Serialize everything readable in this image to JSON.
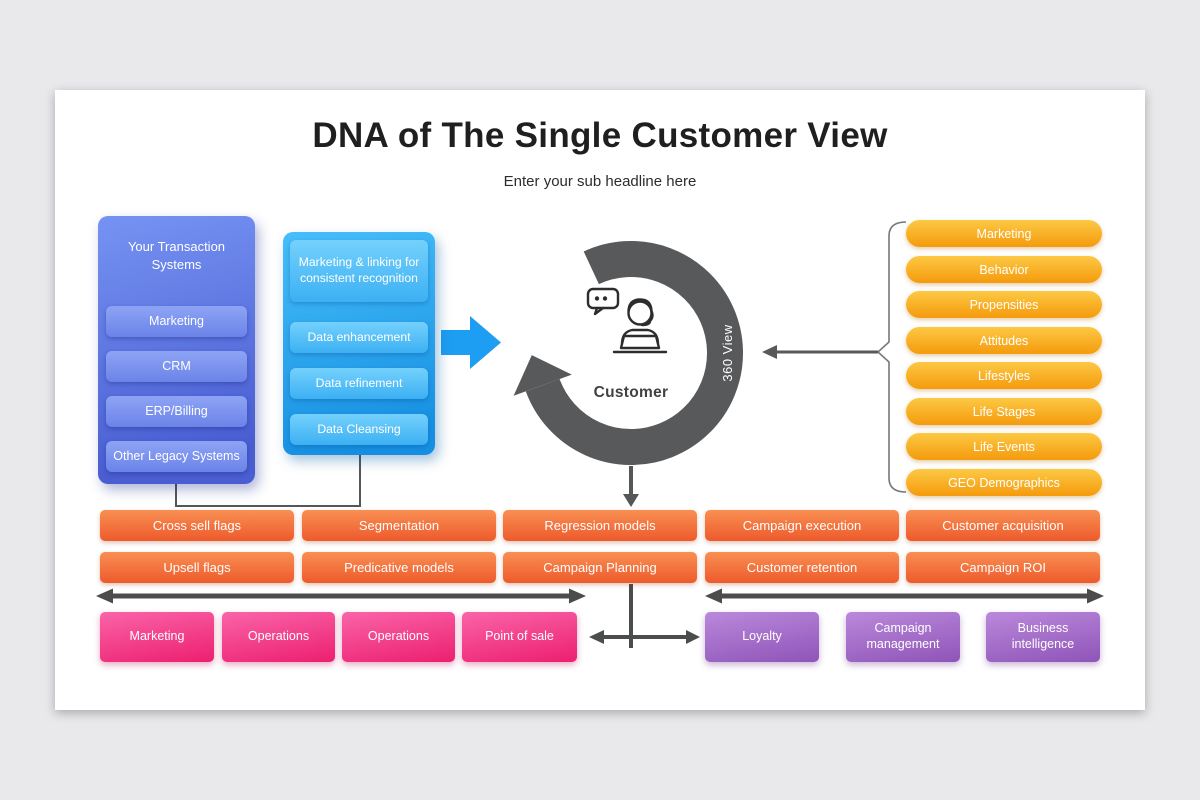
{
  "title": "DNA of The Single Customer View",
  "subtitle": "Enter your sub headline here",
  "transaction_systems": {
    "title": "Your Transaction Systems",
    "items": [
      "Marketing",
      "CRM",
      "ERP/Billing",
      "Other Legacy Systems"
    ]
  },
  "data_quality": {
    "items": [
      "Marketing & linking for consistent recognition",
      "Data enhancement",
      "Data refinement",
      "Data Cleansing"
    ]
  },
  "customer_hub": {
    "ring_label": "360 View",
    "label": "Customer"
  },
  "customer_attributes": [
    "Marketing",
    "Behavior",
    "Propensities",
    "Attitudes",
    "Lifestyles",
    "Life Stages",
    "Life Events",
    "GEO Demographics"
  ],
  "analytics_row1": [
    "Cross sell flags",
    "Segmentation",
    "Regression models",
    "Campaign execution",
    "Customer acquisition"
  ],
  "analytics_row2": [
    "Upsell flags",
    "Predicative models",
    "Campaign Planning",
    "Customer retention",
    "Campaign ROI"
  ],
  "touchpoints_left": [
    "Marketing",
    "Operations",
    "Operations",
    "Point of sale"
  ],
  "touchpoints_right": [
    "Loyalty",
    "Campaign management",
    "Business intelligence"
  ],
  "colors": {
    "background": "#e9e9ec",
    "slide": "#ffffff",
    "transaction_panel": "#5b74e4",
    "data_panel": "#2ba7ee",
    "flow_arrow": "#1d9ef2",
    "ring": "#58595b",
    "attribute_pill": "#f9a823",
    "analytics_button": "#f3703f",
    "left_touchpoint": "#ee2d7c",
    "right_touchpoint": "#a06cc5"
  }
}
